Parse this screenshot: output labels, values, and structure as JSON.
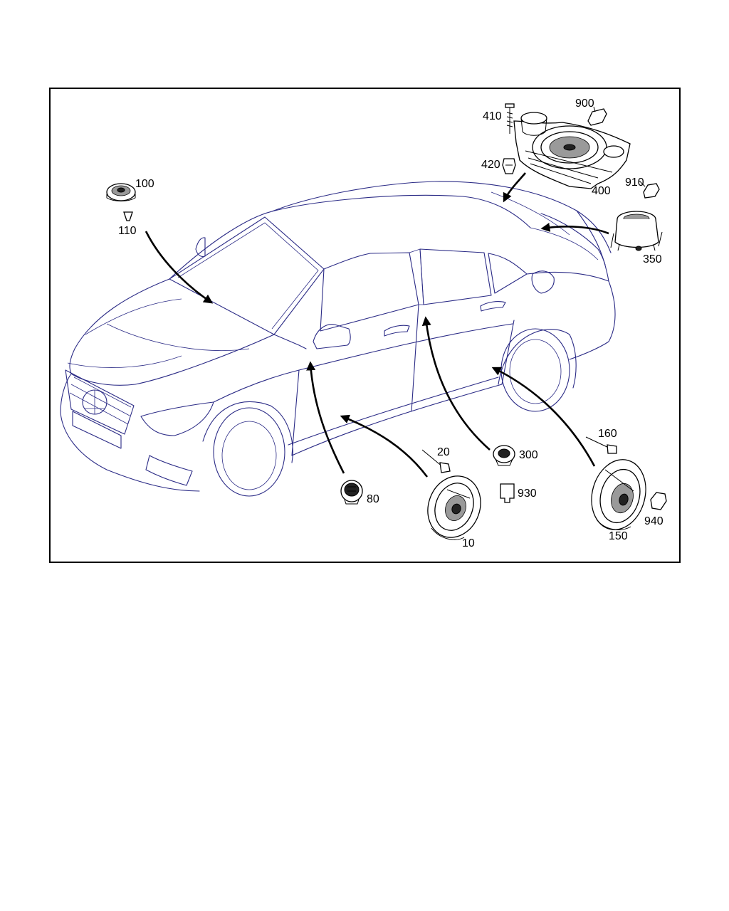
{
  "diagram": {
    "callouts": {
      "c10": "10",
      "c20": "20",
      "c80": "80",
      "c100": "100",
      "c110": "110",
      "c150": "150",
      "c160": "160",
      "c300": "300",
      "c350": "350",
      "c400": "400",
      "c410": "410",
      "c420": "420",
      "c900": "900",
      "c910": "910",
      "c930": "930",
      "c940": "940"
    },
    "colors": {
      "outline": "#2b2b86",
      "parts": "#000000",
      "background": "#ffffff"
    }
  }
}
